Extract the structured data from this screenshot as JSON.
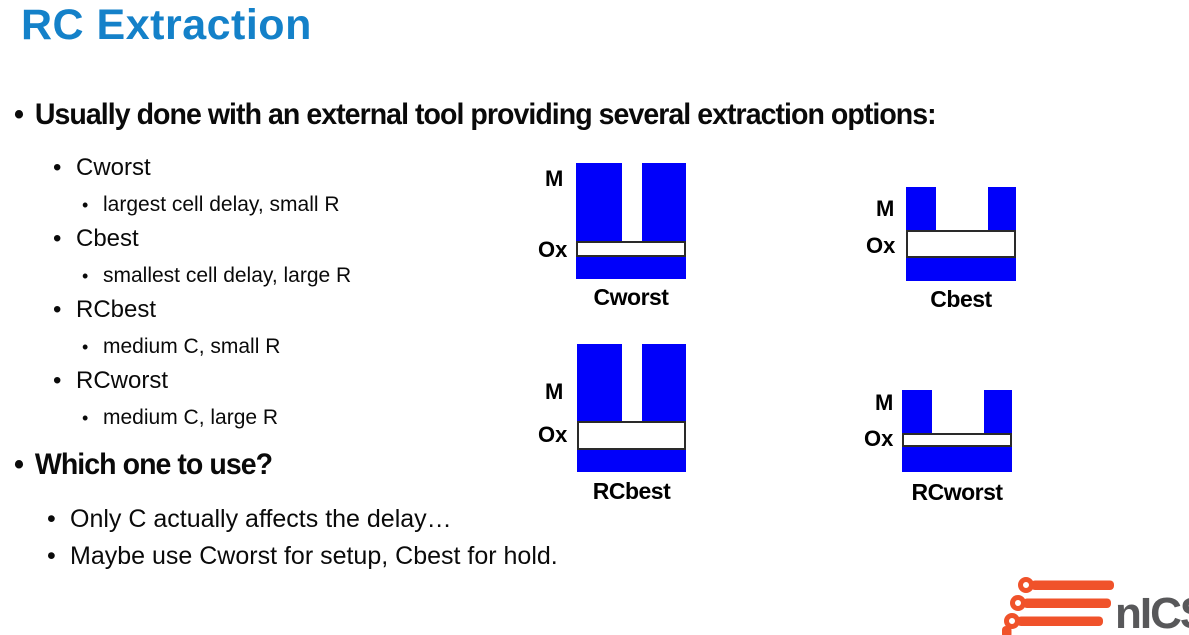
{
  "slide": {
    "title": "RC Extraction"
  },
  "content": {
    "bullet_main": "Usually done with an external tool providing several extraction options:",
    "options": [
      {
        "name": "Cworst",
        "detail": "largest cell delay, small R"
      },
      {
        "name": "Cbest",
        "detail": "smallest cell delay, large R"
      },
      {
        "name": "RCbest",
        "detail": "medium C, small R"
      },
      {
        "name": "RCworst",
        "detail": "medium C, large R"
      }
    ],
    "bullet_question": "Which one to use?",
    "answers": [
      "Only C actually affects the delay…",
      "Maybe use Cworst for setup, Cbest for hold."
    ]
  },
  "diagrams": [
    {
      "id": "cworst",
      "metal_label": "M",
      "oxide_label": "Ox",
      "caption": "Cworst"
    },
    {
      "id": "cbest",
      "metal_label": "M",
      "oxide_label": "Ox",
      "caption": "Cbest"
    },
    {
      "id": "rcbest",
      "metal_label": "M",
      "oxide_label": "Ox",
      "caption": "RCbest"
    },
    {
      "id": "rcworst",
      "metal_label": "M",
      "oxide_label": "Ox",
      "caption": "RCworst"
    }
  ],
  "logo": {
    "letters": "nICS",
    "icon": "circuit-e-icon"
  },
  "colors": {
    "title_blue": "#1481C9",
    "metal_blue": "#0000FA",
    "logo_orange": "#F0522A",
    "logo_gray": "#58585A",
    "text_black": "#0a0a0a"
  }
}
